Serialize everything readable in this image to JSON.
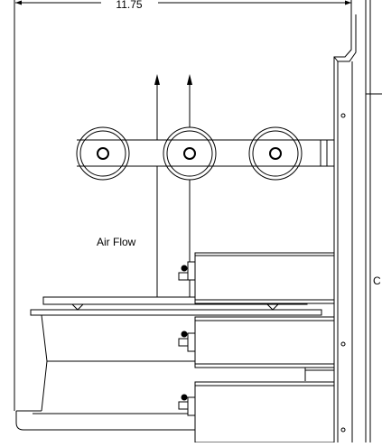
{
  "drawing": {
    "width_dimension": "11.75",
    "air_flow_label": "Air Flow",
    "section_label": "C"
  },
  "colors": {
    "line": "#000000",
    "background": "#ffffff"
  }
}
